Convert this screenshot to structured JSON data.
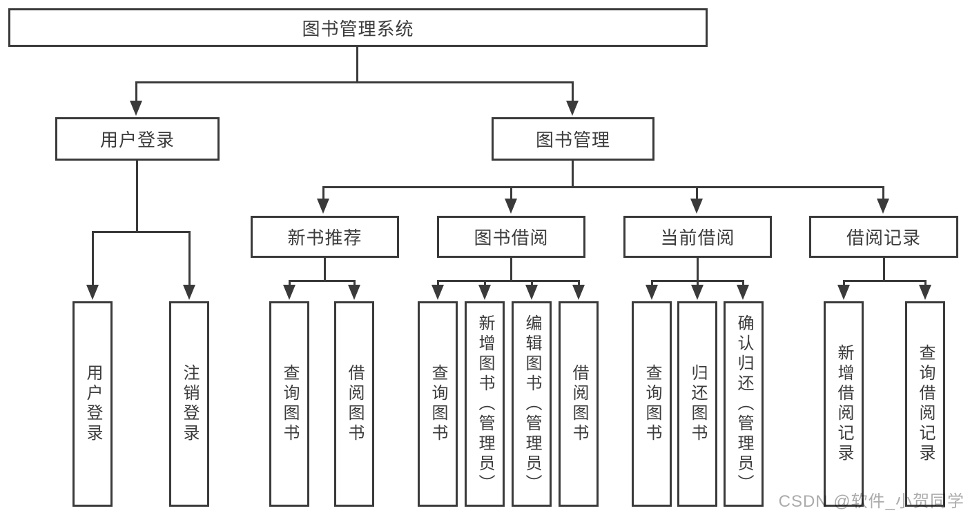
{
  "diagram": {
    "title": "图书管理系统",
    "watermark": "CSDN @软件_小贺同学",
    "line_color": "#3a3a3a",
    "text_color": "#3c3c3c",
    "watermark_color": "#ababab",
    "tree": {
      "label": "图书管理系统",
      "children": [
        {
          "label": "用户登录",
          "children": [
            {
              "label": "用户登录"
            },
            {
              "label": "注销登录"
            }
          ]
        },
        {
          "label": "图书管理",
          "children": [
            {
              "label": "新书推荐",
              "children": [
                {
                  "label": "查询图书"
                },
                {
                  "label": "借阅图书"
                }
              ]
            },
            {
              "label": "图书借阅",
              "children": [
                {
                  "label": "查询图书"
                },
                {
                  "label": "新增图书（管理员）"
                },
                {
                  "label": "编辑图书（管理员）"
                },
                {
                  "label": "借阅图书"
                }
              ]
            },
            {
              "label": "当前借阅",
              "children": [
                {
                  "label": "查询图书"
                },
                {
                  "label": "归还图书"
                },
                {
                  "label": "确认归还（管理员）"
                }
              ]
            },
            {
              "label": "借阅记录",
              "children": [
                {
                  "label": "新增借阅记录"
                },
                {
                  "label": "查询借阅记录"
                }
              ]
            }
          ]
        }
      ]
    }
  }
}
